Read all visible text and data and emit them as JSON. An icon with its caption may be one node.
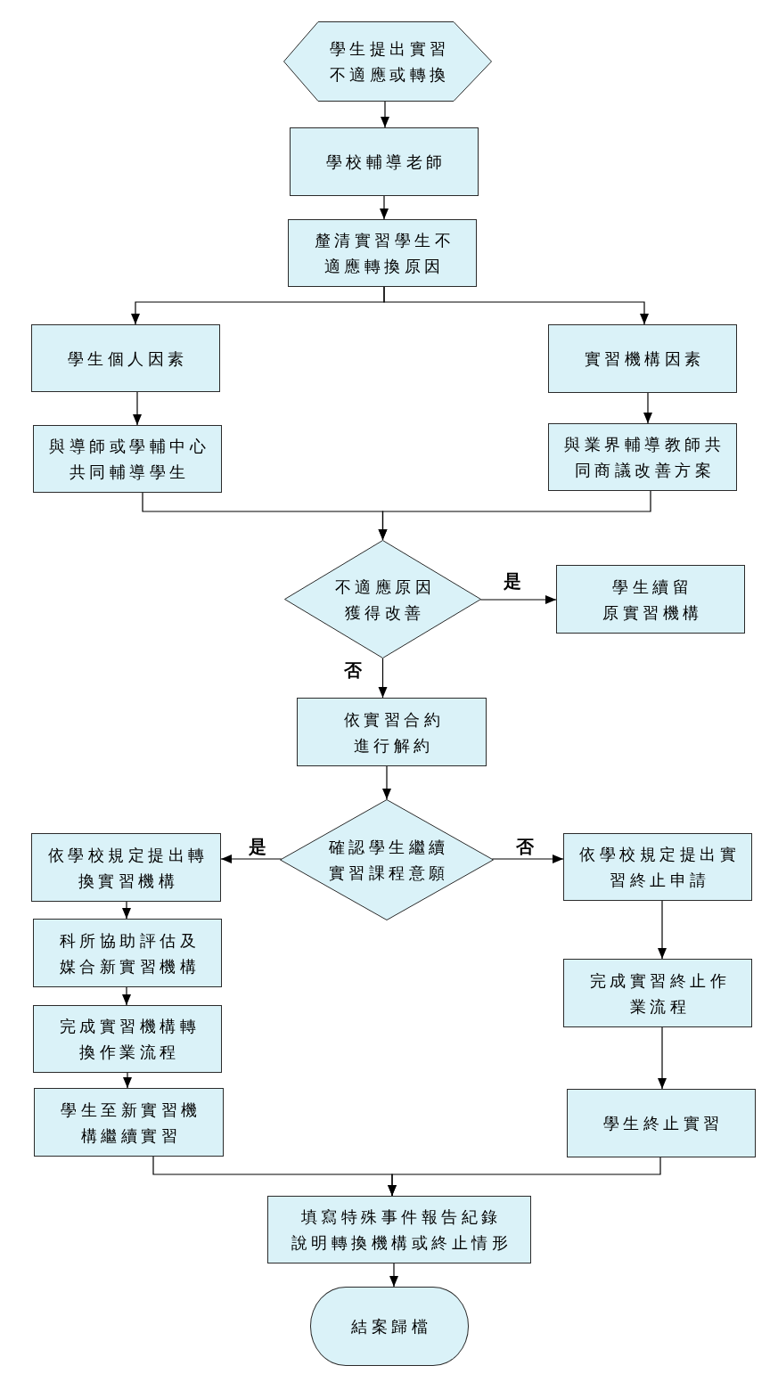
{
  "diagram": {
    "nodes": [
      {
        "text": [
          "學生提出實習不適應或轉換"
        ]
      },
      {
        "text": [
          "學校輔導老師"
        ]
      },
      {
        "text": [
          "釐清實習學生不適應轉換原因"
        ]
      },
      {
        "text": [
          "學生個人因素"
        ]
      },
      {
        "text": [
          "實習機構因素"
        ]
      },
      {
        "text": [
          "與導師或學輔中心共同輔導學生"
        ]
      },
      {
        "text": [
          "與業界輔導教師共同商議改善方案"
        ]
      },
      {
        "text": [
          "不適應原因獲得改善"
        ]
      },
      {
        "text": [
          "學生續留原實習機構"
        ]
      },
      {
        "text": [
          "依實習合約進行解約"
        ]
      },
      {
        "text": [
          "確認學生繼續實習課程意願"
        ]
      },
      {
        "text": [
          "依學校規定提出轉換實習機構"
        ]
      },
      {
        "text": [
          "依學校規定提出實習終止申請"
        ]
      },
      {
        "text": [
          "科所協助評估及媒合新實習機構"
        ]
      },
      {
        "text": [
          "完成實習終止作業流程"
        ]
      },
      {
        "text": [
          "完成實習機構轉換作業流程"
        ]
      },
      {
        "text": [
          "學生至新實習機構繼續實習"
        ]
      },
      {
        "text": [
          "學生終止實習"
        ]
      },
      {
        "text": [
          "填寫特殊事件報告紀錄說明轉換機構或終止情形"
        ]
      },
      {
        "text": [
          "結案歸檔"
        ]
      }
    ],
    "edges": [
      {
        "from": 0,
        "to": 1,
        "arrow": "to"
      },
      {
        "from": 1,
        "to": 2,
        "arrow": "to"
      },
      {
        "from": 2,
        "to": 3,
        "arrow": "to"
      },
      {
        "from": 2,
        "to": 4,
        "arrow": "to"
      },
      {
        "from": 3,
        "to": 5,
        "arrow": "to"
      },
      {
        "from": 4,
        "to": 6,
        "arrow": "to"
      },
      {
        "from": 5,
        "to": 7,
        "arrow": "to"
      },
      {
        "from": 6,
        "to": 7,
        "arrow": "to"
      },
      {
        "from": 7,
        "to": 8,
        "arrow": "to",
        "label": "是"
      },
      {
        "from": 7,
        "to": 9,
        "arrow": "to",
        "label": "否"
      },
      {
        "from": 9,
        "to": 10,
        "arrow": "to"
      },
      {
        "from": 10,
        "to": 11,
        "arrow": "to",
        "label": "是"
      },
      {
        "from": 10,
        "to": 12,
        "arrow": "to",
        "label": "否"
      },
      {
        "from": 11,
        "to": 13,
        "arrow": "to"
      },
      {
        "from": 13,
        "to": 15,
        "arrow": "to"
      },
      {
        "from": 15,
        "to": 16,
        "arrow": "to"
      },
      {
        "from": 12,
        "to": 14,
        "arrow": "to"
      },
      {
        "from": 14,
        "to": 17,
        "arrow": "to"
      },
      {
        "from": 16,
        "to": 18,
        "arrow": "to"
      },
      {
        "from": 17,
        "to": 18,
        "arrow": "to"
      },
      {
        "from": 18,
        "to": 19,
        "arrow": "to"
      }
    ]
  }
}
